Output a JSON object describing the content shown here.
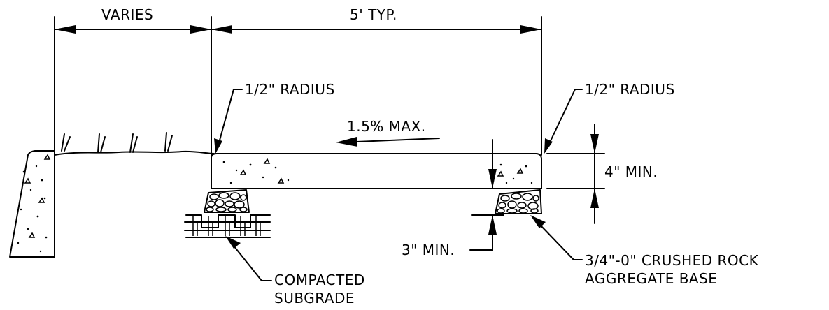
{
  "dimensions": {
    "varies": "VARIES",
    "walk_width": "5' TYP.",
    "radius_left": "1/2\" RADIUS",
    "radius_right": "1/2\" RADIUS",
    "slope": "1.5% MAX.",
    "thickness": "4\" MIN.",
    "base_depth": "3\" MIN."
  },
  "callouts": {
    "subgrade_line1": "COMPACTED",
    "subgrade_line2": "SUBGRADE",
    "base_line1": "3/4\"-0\" CRUSHED ROCK",
    "base_line2": "AGGREGATE BASE"
  },
  "colors": {
    "ink": "#000000",
    "paper": "#ffffff"
  }
}
